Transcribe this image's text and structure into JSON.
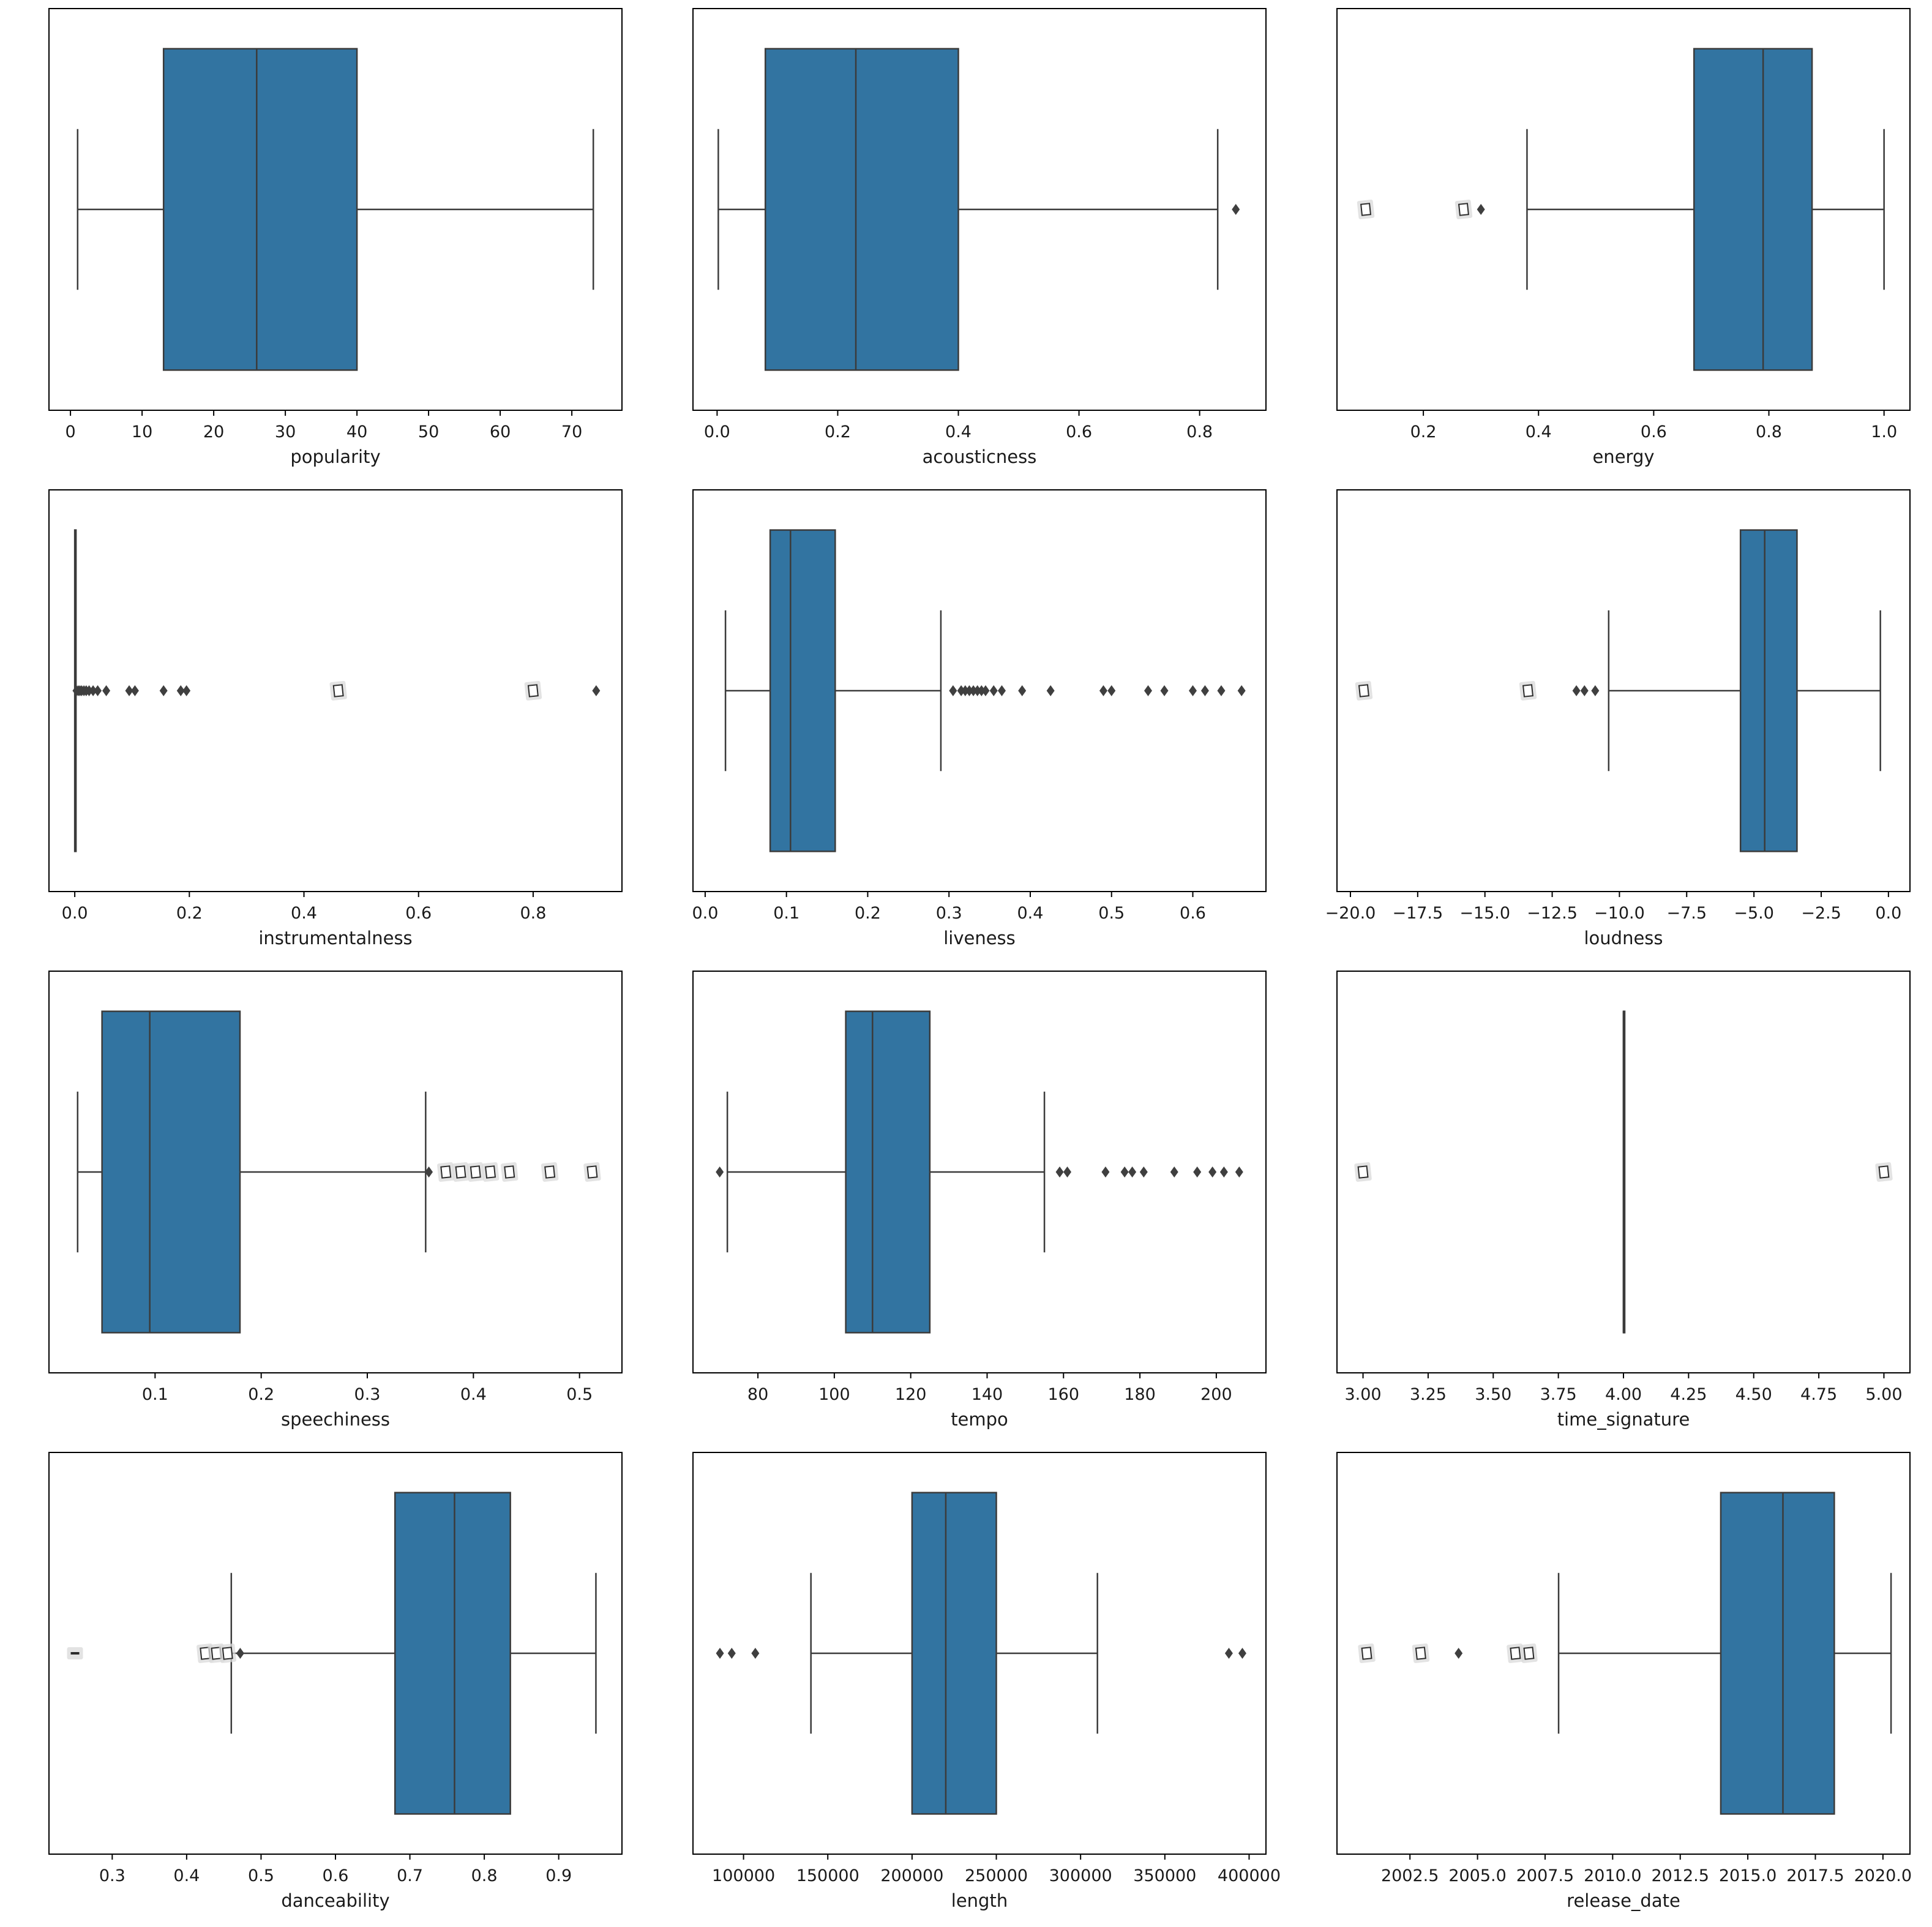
{
  "figure": {
    "background": "#ffffff",
    "rows": 4,
    "cols": 3
  },
  "style": {
    "box_fill": "#3274a1",
    "line_color": "#3b3b3b",
    "outlier_color": "#3f3f3f",
    "square_halo": "#d9d9d9",
    "square_edge": "#2b2b2b",
    "axis_color": "#000000",
    "tick_label_color": "#1a1a1a"
  },
  "chart_data": [
    {
      "type": "box",
      "xlabel": "popularity",
      "xlim": [
        -3,
        77
      ],
      "ticks": [
        0,
        10,
        20,
        30,
        40,
        50,
        60,
        70
      ],
      "tick_labels": [
        "0",
        "10",
        "20",
        "30",
        "40",
        "50",
        "60",
        "70"
      ],
      "box": {
        "whisker_low": 1,
        "q1": 13,
        "median": 26,
        "q3": 40,
        "whisker_high": 73
      },
      "outliers": [],
      "square_markers": [],
      "dash_markers": []
    },
    {
      "type": "box",
      "xlabel": "acousticness",
      "xlim": [
        -0.04,
        0.91
      ],
      "ticks": [
        0.0,
        0.2,
        0.4,
        0.6,
        0.8
      ],
      "tick_labels": [
        "0.0",
        "0.2",
        "0.4",
        "0.6",
        "0.8"
      ],
      "box": {
        "whisker_low": 0.002,
        "q1": 0.08,
        "median": 0.23,
        "q3": 0.4,
        "whisker_high": 0.83
      },
      "outliers": [
        0.86
      ],
      "square_markers": [],
      "dash_markers": []
    },
    {
      "type": "box",
      "xlabel": "energy",
      "xlim": [
        0.05,
        1.045
      ],
      "ticks": [
        0.2,
        0.4,
        0.6,
        0.8,
        1.0
      ],
      "tick_labels": [
        "0.2",
        "0.4",
        "0.6",
        "0.8",
        "1.0"
      ],
      "box": {
        "whisker_low": 0.38,
        "q1": 0.67,
        "median": 0.79,
        "q3": 0.875,
        "whisker_high": 1.0
      },
      "outliers": [
        0.3
      ],
      "square_markers": [
        0.1,
        0.27
      ],
      "dash_markers": []
    },
    {
      "type": "box",
      "xlabel": "instrumentalness",
      "xlim": [
        -0.045,
        0.955
      ],
      "ticks": [
        0.0,
        0.2,
        0.4,
        0.6,
        0.8
      ],
      "tick_labels": [
        "0.0",
        "0.2",
        "0.4",
        "0.6",
        "0.8"
      ],
      "box": {
        "whisker_low": 0.0,
        "q1": 0.0,
        "median": 0.0005,
        "q3": 0.001,
        "whisker_high": 0.0015
      },
      "outliers": [
        0.003,
        0.006,
        0.009,
        0.012,
        0.016,
        0.02,
        0.025,
        0.032,
        0.04,
        0.055,
        0.095,
        0.105,
        0.155,
        0.185,
        0.195,
        0.91
      ],
      "square_markers": [
        0.46,
        0.8
      ],
      "dash_markers": []
    },
    {
      "type": "box",
      "xlabel": "liveness",
      "xlim": [
        -0.015,
        0.69
      ],
      "ticks": [
        0.0,
        0.1,
        0.2,
        0.3,
        0.4,
        0.5,
        0.6
      ],
      "tick_labels": [
        "0.0",
        "0.1",
        "0.2",
        "0.3",
        "0.4",
        "0.5",
        "0.6"
      ],
      "box": {
        "whisker_low": 0.025,
        "q1": 0.08,
        "median": 0.105,
        "q3": 0.16,
        "whisker_high": 0.29
      },
      "outliers": [
        0.305,
        0.315,
        0.32,
        0.325,
        0.33,
        0.335,
        0.34,
        0.345,
        0.355,
        0.365,
        0.39,
        0.425,
        0.49,
        0.5,
        0.545,
        0.565,
        0.6,
        0.615,
        0.635,
        0.66
      ],
      "square_markers": [],
      "dash_markers": []
    },
    {
      "type": "box",
      "xlabel": "loudness",
      "xlim": [
        -20.5,
        0.8
      ],
      "ticks": [
        -20.0,
        -17.5,
        -15.0,
        -12.5,
        -10.0,
        -7.5,
        -5.0,
        -2.5,
        0.0
      ],
      "tick_labels": [
        "−20.0",
        "−17.5",
        "−15.0",
        "−12.5",
        "−10.0",
        "−7.5",
        "−5.0",
        "−2.5",
        "0.0"
      ],
      "box": {
        "whisker_low": -10.4,
        "q1": -5.5,
        "median": -4.6,
        "q3": -3.4,
        "whisker_high": -0.3
      },
      "outliers": [
        -11.6,
        -11.3,
        -10.9
      ],
      "square_markers": [
        -19.5,
        -13.4
      ],
      "dash_markers": []
    },
    {
      "type": "box",
      "xlabel": "speechiness",
      "xlim": [
        0.0,
        0.54
      ],
      "ticks": [
        0.1,
        0.2,
        0.3,
        0.4,
        0.5
      ],
      "tick_labels": [
        "0.1",
        "0.2",
        "0.3",
        "0.4",
        "0.5"
      ],
      "box": {
        "whisker_low": 0.027,
        "q1": 0.05,
        "median": 0.095,
        "q3": 0.18,
        "whisker_high": 0.355
      },
      "outliers": [
        0.358
      ],
      "square_markers": [
        0.374,
        0.388,
        0.402,
        0.416,
        0.434,
        0.472,
        0.512
      ],
      "dash_markers": []
    },
    {
      "type": "box",
      "xlabel": "tempo",
      "xlim": [
        63,
        213
      ],
      "ticks": [
        80,
        100,
        120,
        140,
        160,
        180,
        200
      ],
      "tick_labels": [
        "80",
        "100",
        "120",
        "140",
        "160",
        "180",
        "200"
      ],
      "box": {
        "whisker_low": 72,
        "q1": 103,
        "median": 110,
        "q3": 125,
        "whisker_high": 155
      },
      "outliers": [
        70,
        159,
        161,
        171,
        176,
        178,
        181,
        189,
        195,
        199,
        202,
        206
      ],
      "square_markers": [],
      "dash_markers": []
    },
    {
      "type": "box",
      "xlabel": "time_signature",
      "xlim": [
        2.9,
        5.1
      ],
      "ticks": [
        3.0,
        3.25,
        3.5,
        3.75,
        4.0,
        4.25,
        4.5,
        4.75,
        5.0
      ],
      "tick_labels": [
        "3.00",
        "3.25",
        "3.50",
        "3.75",
        "4.00",
        "4.25",
        "4.50",
        "4.75",
        "5.00"
      ],
      "box": {
        "whisker_low": 4.0,
        "q1": 4.0,
        "median": 4.0,
        "q3": 4.0,
        "whisker_high": 4.0
      },
      "outliers": [],
      "square_markers": [
        3.0,
        5.0
      ],
      "dash_markers": []
    },
    {
      "type": "box",
      "xlabel": "danceability",
      "xlim": [
        0.215,
        0.985
      ],
      "ticks": [
        0.3,
        0.4,
        0.5,
        0.6,
        0.7,
        0.8,
        0.9
      ],
      "tick_labels": [
        "0.3",
        "0.4",
        "0.5",
        "0.6",
        "0.7",
        "0.8",
        "0.9"
      ],
      "box": {
        "whisker_low": 0.46,
        "q1": 0.68,
        "median": 0.76,
        "q3": 0.835,
        "whisker_high": 0.95
      },
      "outliers": [
        0.472
      ],
      "square_markers": [
        0.425,
        0.44,
        0.455
      ],
      "dash_markers": [
        0.25
      ]
    },
    {
      "type": "box",
      "xlabel": "length",
      "xlim": [
        70000,
        410000
      ],
      "ticks": [
        100000,
        150000,
        200000,
        250000,
        300000,
        350000,
        400000
      ],
      "tick_labels": [
        "100000",
        "150000",
        "200000",
        "250000",
        "300000",
        "350000",
        "400000"
      ],
      "box": {
        "whisker_low": 140000,
        "q1": 200000,
        "median": 220000,
        "q3": 250000,
        "whisker_high": 310000
      },
      "outliers": [
        86000,
        93000,
        107000,
        388000,
        396000
      ],
      "square_markers": [],
      "dash_markers": []
    },
    {
      "type": "box",
      "xlabel": "release_date",
      "xlim": [
        1999.8,
        2021.0
      ],
      "ticks": [
        2002.5,
        2005.0,
        2007.5,
        2010.0,
        2012.5,
        2015.0,
        2017.5,
        2020.0
      ],
      "tick_labels": [
        "2002.5",
        "2005.0",
        "2007.5",
        "2010.0",
        "2012.5",
        "2015.0",
        "2017.5",
        "2020.0"
      ],
      "box": {
        "whisker_low": 2008,
        "q1": 2014,
        "median": 2016.3,
        "q3": 2018.2,
        "whisker_high": 2020.3
      },
      "outliers": [
        2004.3
      ],
      "square_markers": [
        2000.9,
        2002.9,
        2006.4,
        2006.9
      ],
      "dash_markers": []
    }
  ]
}
